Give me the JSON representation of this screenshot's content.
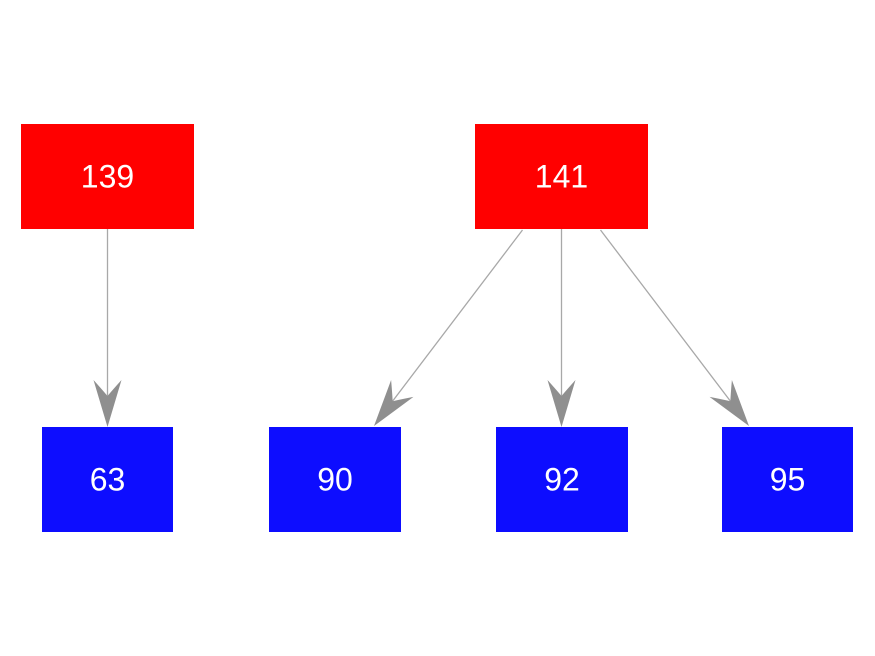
{
  "diagram": {
    "type": "tree-graph",
    "background": "#ffffff",
    "colors": {
      "parent_node": "#ff0000",
      "leaf_node": "#0d0dff",
      "edge_line": "#a8a8a8",
      "arrowhead": "#8f8f8f",
      "node_text": "#ffffff"
    },
    "nodes": [
      {
        "id": "139",
        "label": "139",
        "role": "parent",
        "color": "#ff0000"
      },
      {
        "id": "141",
        "label": "141",
        "role": "parent",
        "color": "#ff0000"
      },
      {
        "id": "63",
        "label": "63",
        "role": "leaf",
        "color": "#0d0dff"
      },
      {
        "id": "90",
        "label": "90",
        "role": "leaf",
        "color": "#0d0dff"
      },
      {
        "id": "92",
        "label": "92",
        "role": "leaf",
        "color": "#0d0dff"
      },
      {
        "id": "95",
        "label": "95",
        "role": "leaf",
        "color": "#0d0dff"
      }
    ],
    "edges": [
      {
        "from": "139",
        "to": "63"
      },
      {
        "from": "141",
        "to": "90"
      },
      {
        "from": "141",
        "to": "92"
      },
      {
        "from": "141",
        "to": "95"
      }
    ]
  }
}
